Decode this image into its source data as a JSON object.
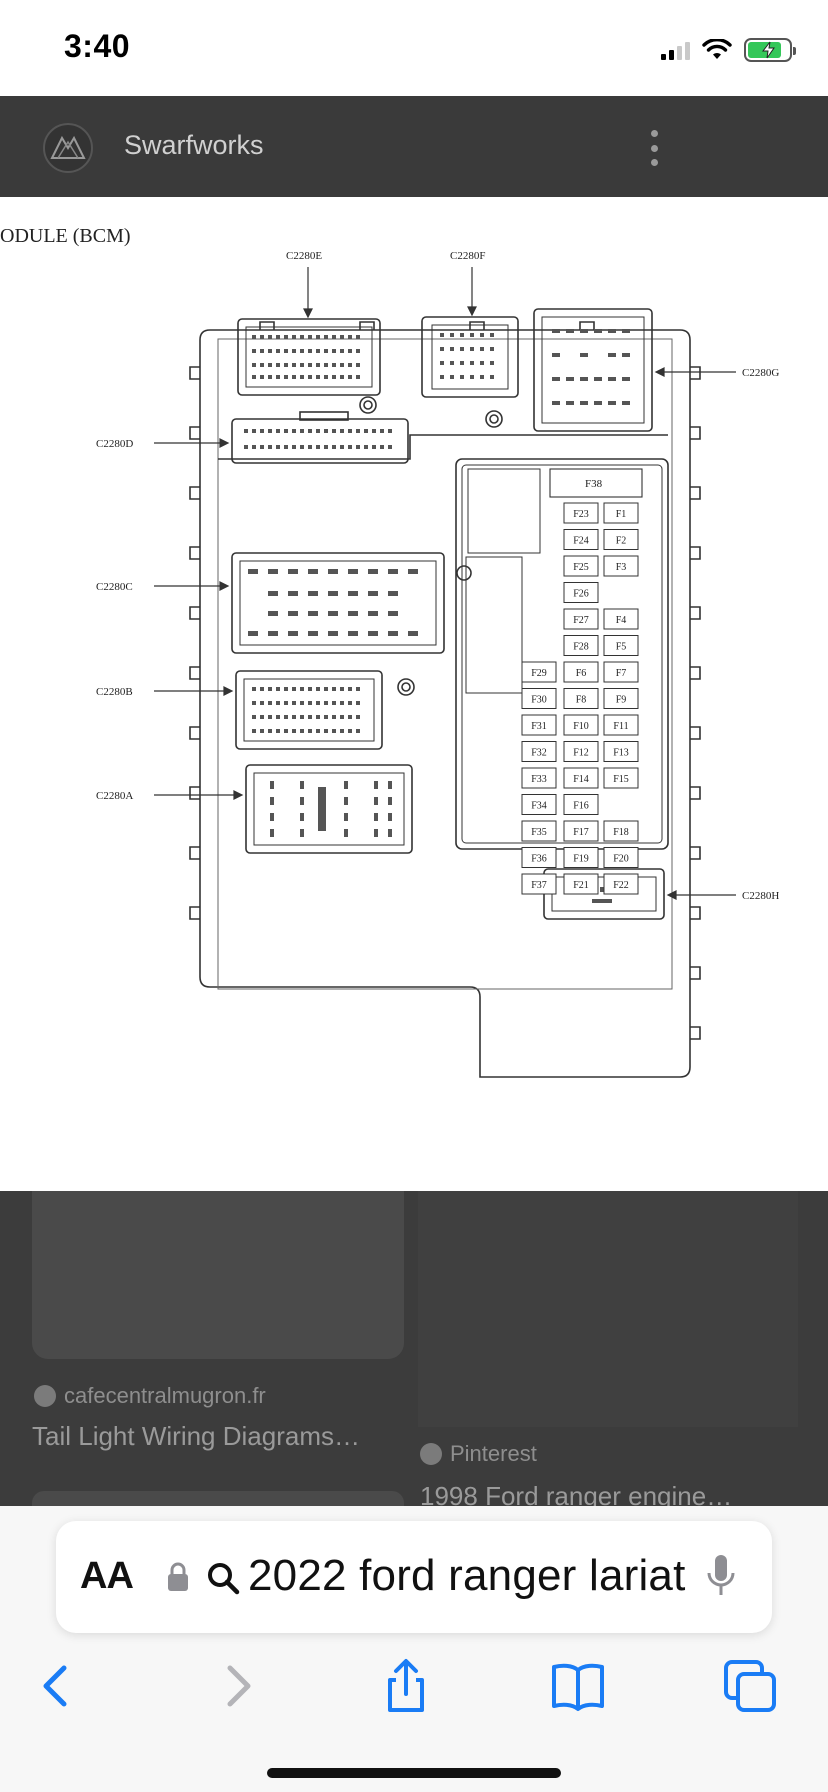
{
  "status_bar": {
    "time": "3:40"
  },
  "site": {
    "name": "Swarfworks"
  },
  "diagram": {
    "heading": "ODULE (BCM)",
    "connectors": [
      "C2280E",
      "C2280F",
      "C2280G",
      "C2280D",
      "C2280C",
      "C2280B",
      "C2280A",
      "C2280H"
    ],
    "fuse_top": "F38",
    "fuse_rows": [
      [
        "",
        "F23",
        "F1"
      ],
      [
        "",
        "F24",
        "F2"
      ],
      [
        "",
        "F25",
        "F3"
      ],
      [
        "",
        "F26",
        ""
      ],
      [
        "",
        "F27",
        "F4"
      ],
      [
        "",
        "F28",
        "F5"
      ],
      [
        "F29",
        "F6",
        "F7"
      ],
      [
        "F30",
        "F8",
        "F9"
      ],
      [
        "F31",
        "F10",
        "F11"
      ],
      [
        "F32",
        "F12",
        "F13"
      ],
      [
        "F33",
        "F14",
        "F15"
      ],
      [
        "F34",
        "F16",
        ""
      ],
      [
        "F35",
        "F17",
        "F18"
      ],
      [
        "F36",
        "F19",
        "F20"
      ],
      [
        "F37",
        "F21",
        "F22"
      ]
    ]
  },
  "results": [
    {
      "source": "cafecentralmugron.fr",
      "title": "Tail Light Wiring Diagrams…"
    },
    {
      "source": "Pinterest",
      "title": "1998 Ford ranger engine…"
    }
  ],
  "browser": {
    "aa_label": "AA",
    "url_text": "2022 ford ranger lariat"
  },
  "colors": {
    "accent": "#1a7cf5",
    "battery": "#34c759",
    "header": "#3a3a3a"
  }
}
